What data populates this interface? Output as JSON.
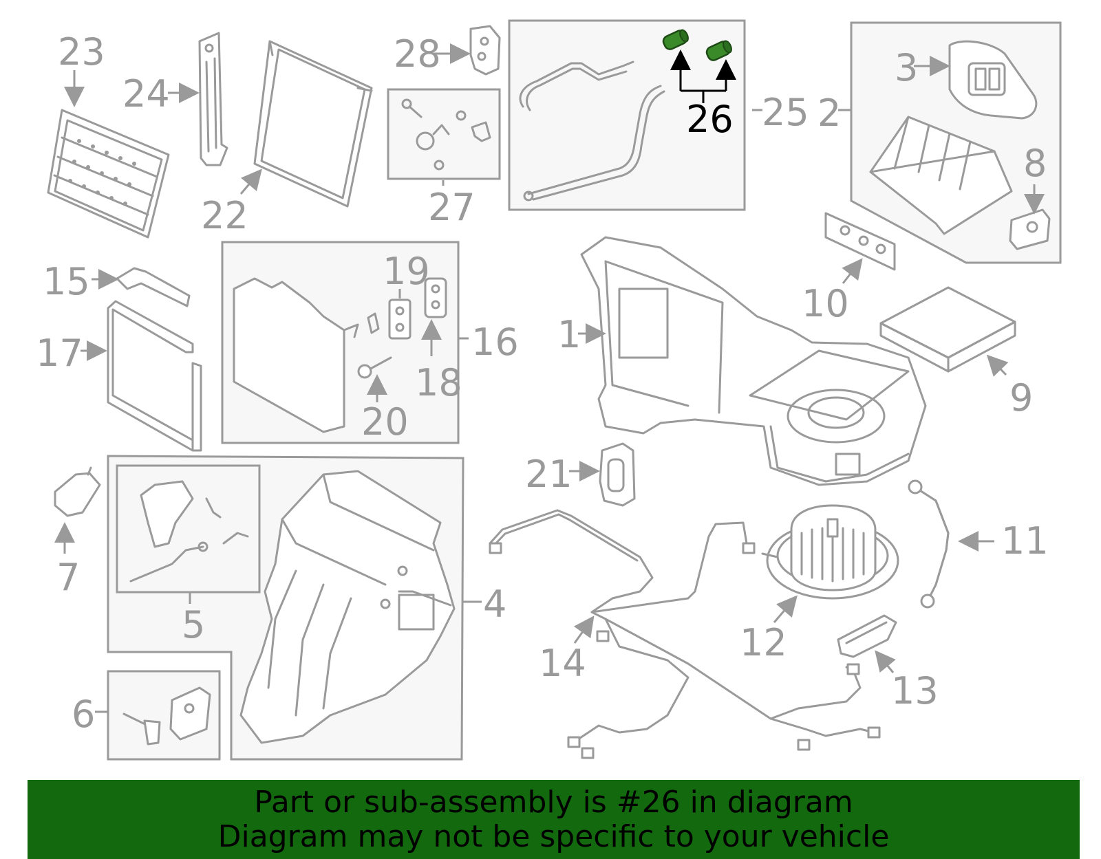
{
  "diagram": {
    "highlight_color": "#3a8a2a",
    "label_color": "#9a9a9a",
    "highlight_label_color": "#000000",
    "callouts": {
      "c1": "1",
      "c2": "2",
      "c3": "3",
      "c4": "4",
      "c5": "5",
      "c6": "6",
      "c7": "7",
      "c8": "8",
      "c9": "9",
      "c10": "10",
      "c11": "11",
      "c12": "12",
      "c13": "13",
      "c14": "14",
      "c15": "15",
      "c16": "16",
      "c17": "17",
      "c18": "18",
      "c19": "19",
      "c20": "20",
      "c21": "21",
      "c22": "22",
      "c23": "23",
      "c24": "24",
      "c25": "25",
      "c26": "26",
      "c27": "27",
      "c28": "28"
    }
  },
  "banner": {
    "background": "#136a0e",
    "line1": "Part or sub-assembly is #26 in diagram",
    "line2": "Diagram may not be specific to your vehicle"
  }
}
